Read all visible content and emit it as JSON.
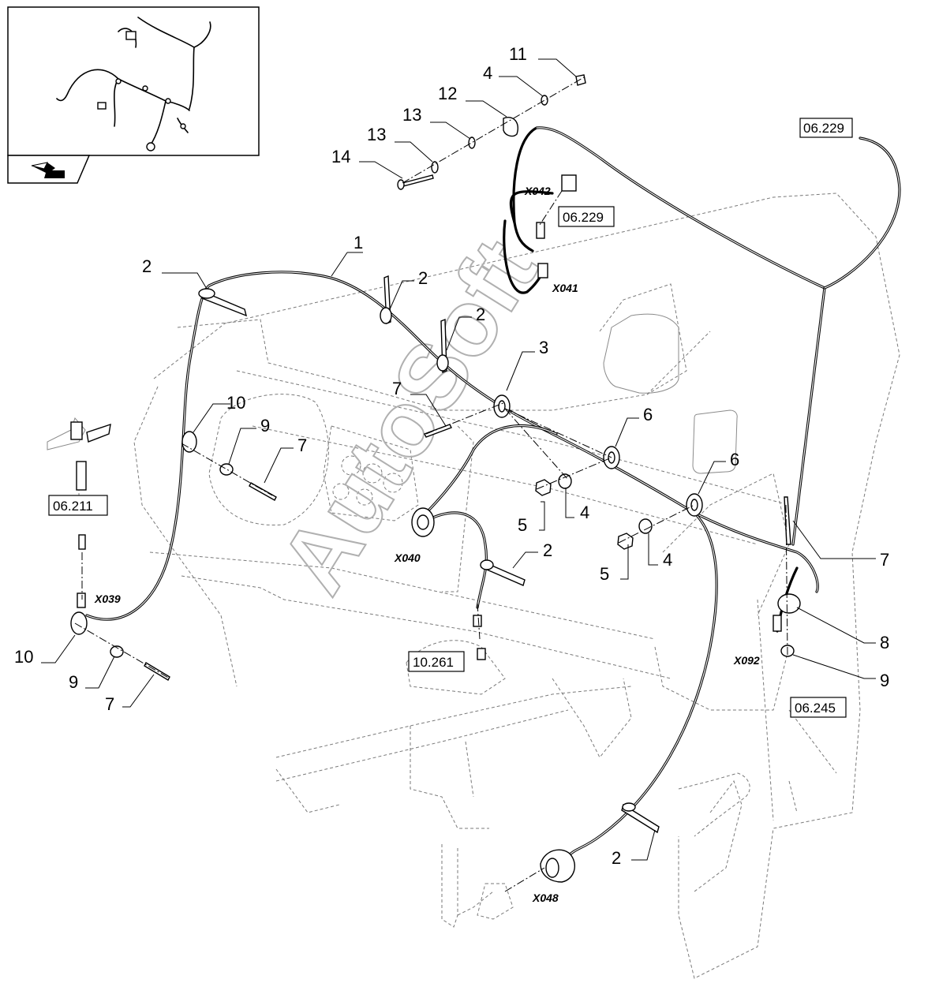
{
  "callouts": [
    {
      "id": "c1",
      "label": "1"
    },
    {
      "id": "c2a",
      "label": "2"
    },
    {
      "id": "c2b",
      "label": "2"
    },
    {
      "id": "c2c",
      "label": "2"
    },
    {
      "id": "c2d",
      "label": "2"
    },
    {
      "id": "c2e",
      "label": "2"
    },
    {
      "id": "c3",
      "label": "3"
    },
    {
      "id": "c4a",
      "label": "4"
    },
    {
      "id": "c4b",
      "label": "4"
    },
    {
      "id": "c4c",
      "label": "4"
    },
    {
      "id": "c5a",
      "label": "5"
    },
    {
      "id": "c5b",
      "label": "5"
    },
    {
      "id": "c6a",
      "label": "6"
    },
    {
      "id": "c6b",
      "label": "6"
    },
    {
      "id": "c7a",
      "label": "7"
    },
    {
      "id": "c7b",
      "label": "7"
    },
    {
      "id": "c7c",
      "label": "7"
    },
    {
      "id": "c7d",
      "label": "7"
    },
    {
      "id": "c8",
      "label": "8"
    },
    {
      "id": "c9a",
      "label": "9"
    },
    {
      "id": "c9b",
      "label": "9"
    },
    {
      "id": "c9c",
      "label": "9"
    },
    {
      "id": "c10a",
      "label": "10"
    },
    {
      "id": "c10b",
      "label": "10"
    },
    {
      "id": "c11",
      "label": "11"
    },
    {
      "id": "c12",
      "label": "12"
    },
    {
      "id": "c13a",
      "label": "13"
    },
    {
      "id": "c13b",
      "label": "13"
    },
    {
      "id": "c14",
      "label": "14"
    }
  ],
  "connectors": [
    "X042",
    "X041",
    "X040",
    "X039",
    "X092",
    "X048"
  ],
  "references": [
    "06.229",
    "06.229",
    "06.211",
    "10.261",
    "06.245"
  ],
  "watermark": "AutoSoft",
  "colors": {
    "ink": "#000000",
    "ghost": "#7a7a7a",
    "paper": "#ffffff"
  }
}
